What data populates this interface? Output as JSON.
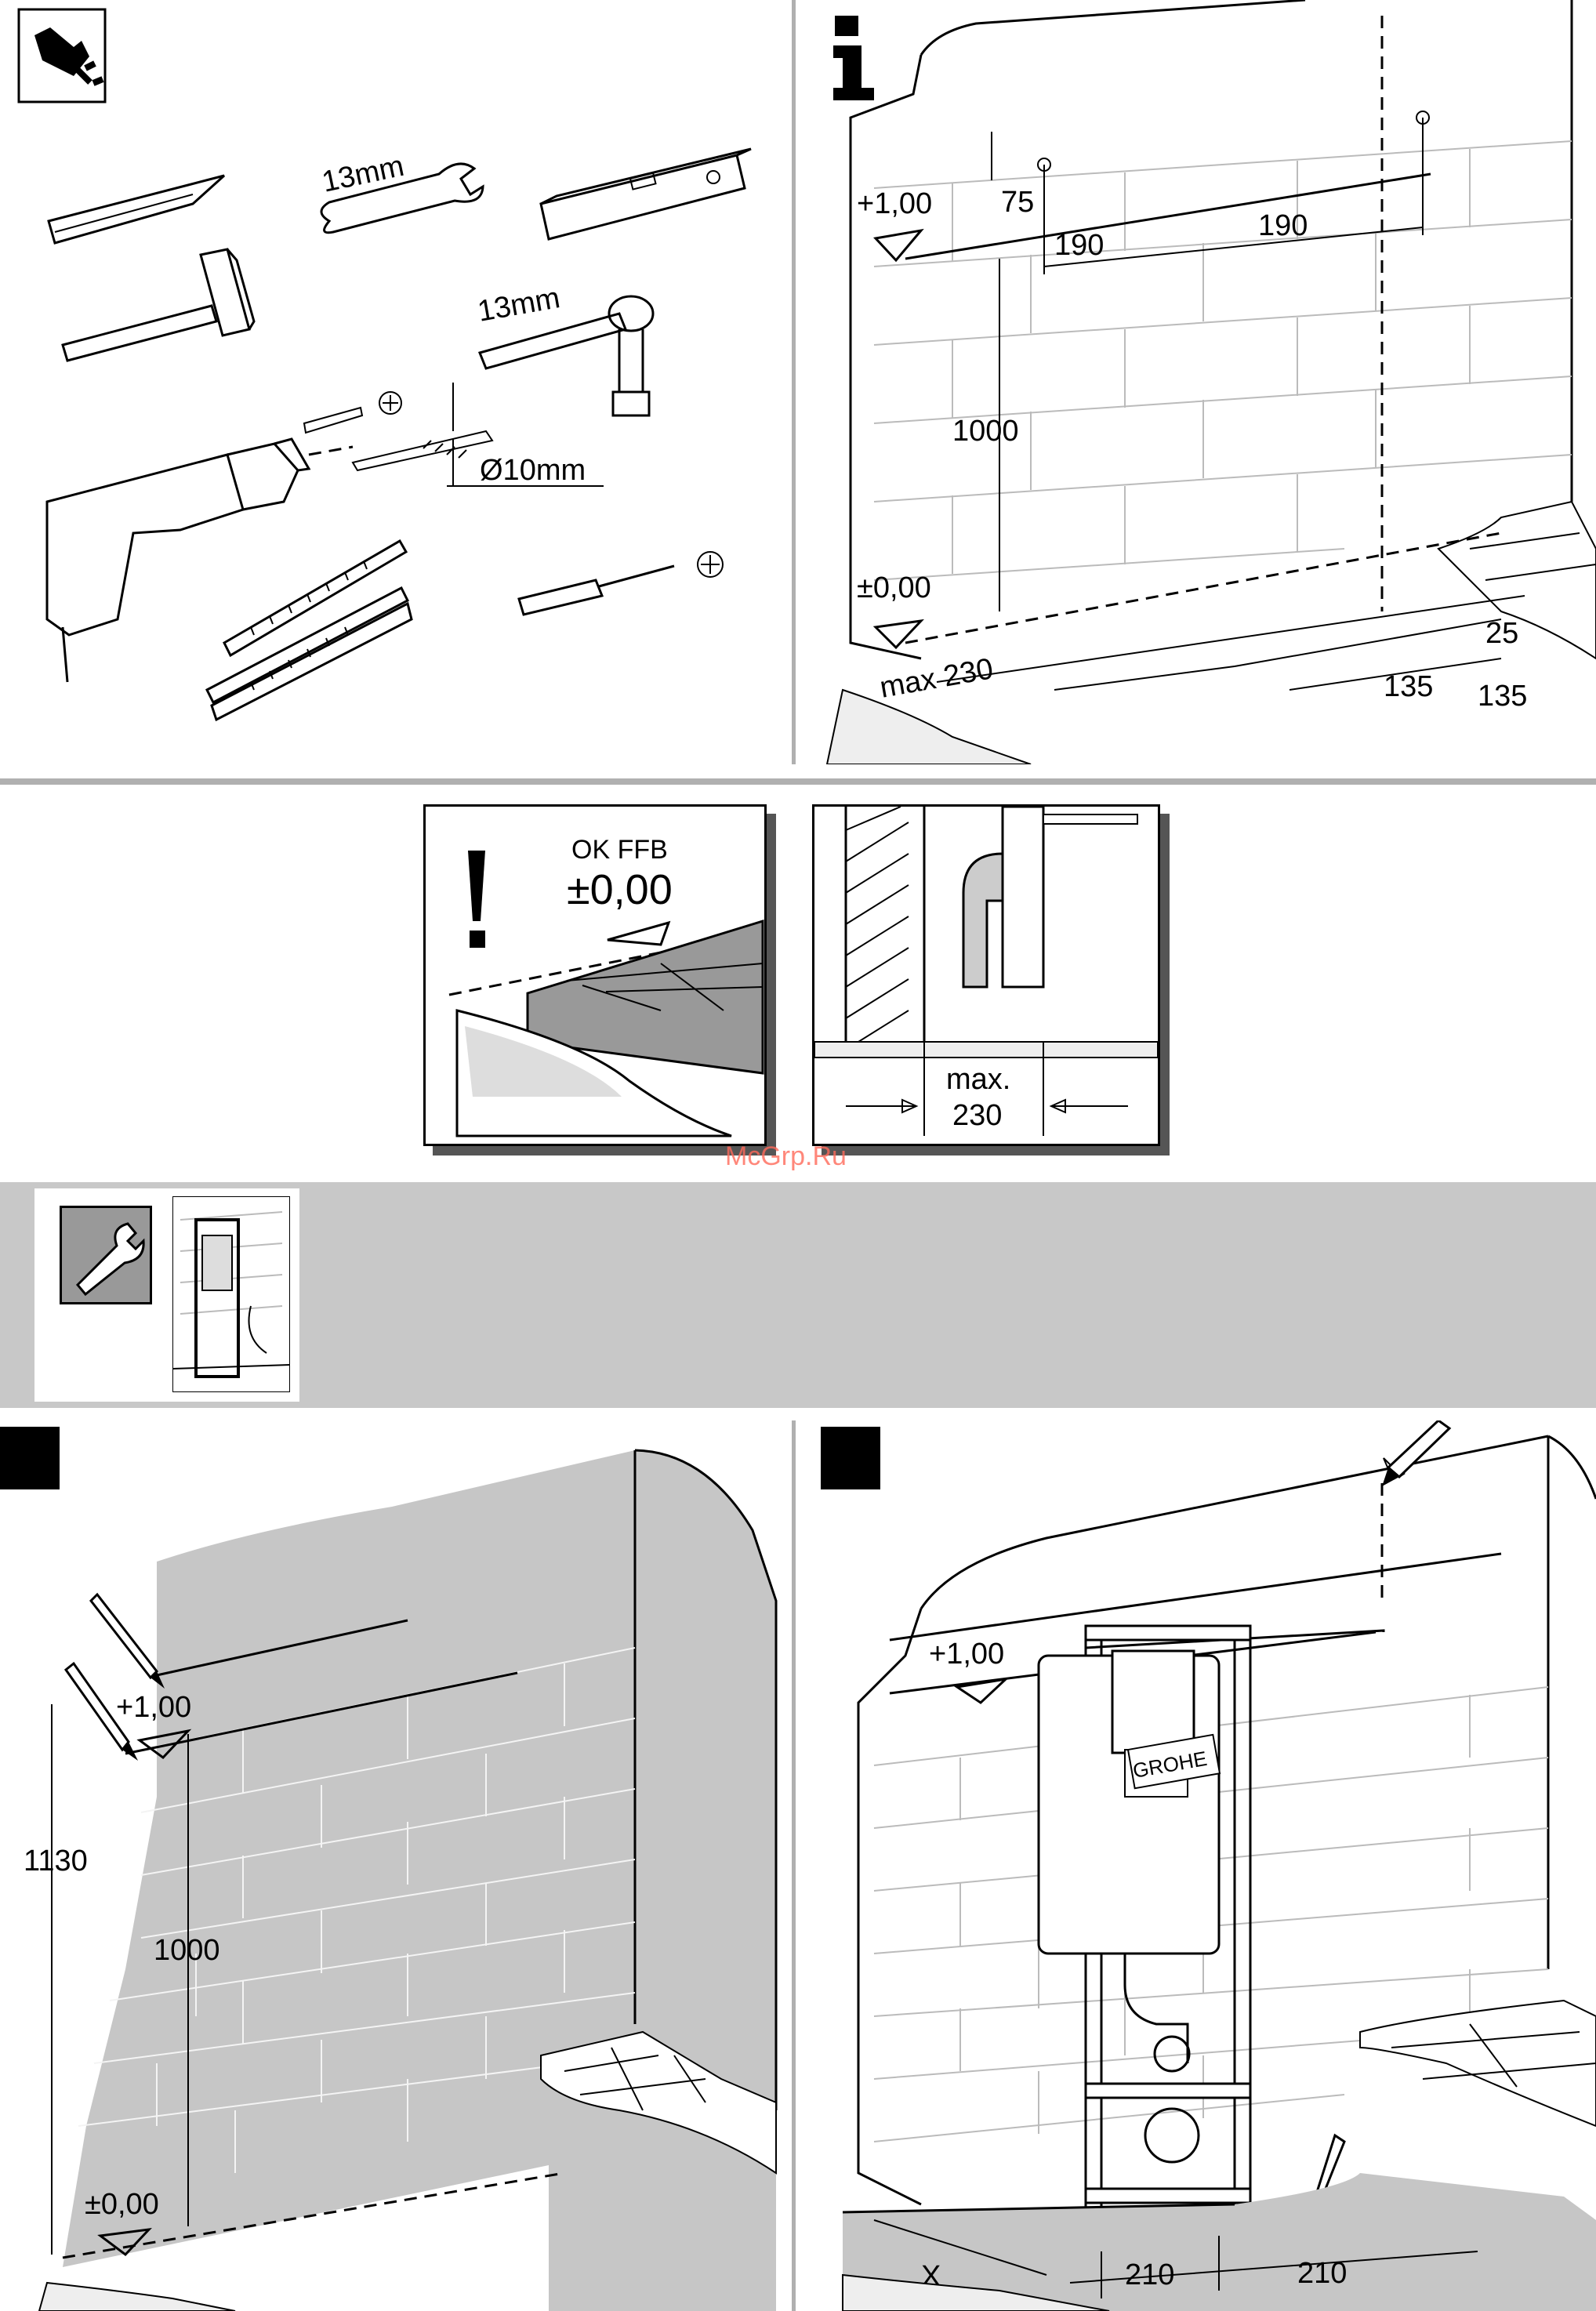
{
  "tools_panel": {
    "wrench_label": "13mm",
    "socket_wrench_label": "13mm",
    "drill_bit_label": "Ø10mm"
  },
  "info_panel": {
    "level_mark": "+1,00",
    "dim_75": "75",
    "dim_190_left": "190",
    "dim_190_right": "190",
    "dim_1000": "1000",
    "floor_mark": "±0,00",
    "max_label": "max 230",
    "dim_25": "25",
    "dim_135_left": "135",
    "dim_135_right": "135"
  },
  "warning_panel": {
    "ok_ffb": "OK FFB",
    "level": "±0,00"
  },
  "pipe_panel": {
    "max_label": "max.",
    "max_value": "230"
  },
  "watermark": "McGrp.Ru",
  "step_left": {
    "level_mark": "+1,00",
    "dim_1130": "1130",
    "dim_1000": "1000",
    "floor_mark": "±0,00"
  },
  "step_right": {
    "level_mark": "+1,00",
    "brand": "GROHE",
    "dim_x": "X",
    "dim_210_left": "210",
    "dim_210_right": "210"
  },
  "colors": {
    "band_gray": "#c8c8c8",
    "wall_gray": "#c6c6c6",
    "divider": "#b0b0b0"
  }
}
